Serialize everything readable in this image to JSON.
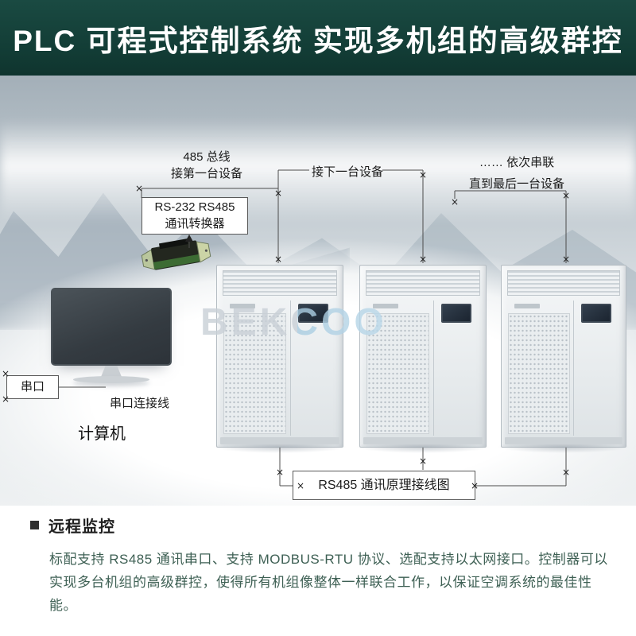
{
  "banner": {
    "title": "PLC 可程式控制系统  实现多机组的高级群控"
  },
  "labels": {
    "bus": {
      "line1": "485 总线",
      "line2": "接第一台设备"
    },
    "converter_box": {
      "line1": "RS-232 RS485",
      "line2": "通讯转换器"
    },
    "next_device": "接下一台设备",
    "chain": {
      "line1": "…… 依次串联",
      "line2": "直到最后一台设备"
    },
    "serial_port": "串口",
    "serial_cable": "串口连接线",
    "computer": "计算机",
    "wiring_diagram": "RS485 通讯原理接线图"
  },
  "watermark": "BEKCOO",
  "marks": {
    "x": "×"
  },
  "section": {
    "heading": "远程监控",
    "body": "标配支持 RS485 通讯串口、支持 MODBUS-RTU 协议、选配支持以太网接口。控制器可以实现多台机组的高级群控，使得所有机组像整体一样联合工作，以保证空调系统的最佳性能。"
  },
  "units": {
    "count": 3
  },
  "colors": {
    "banner_bg": "#123c35",
    "body_text": "#3e6054",
    "line": "#4c4c4c",
    "cabinet": "#e9edef"
  }
}
